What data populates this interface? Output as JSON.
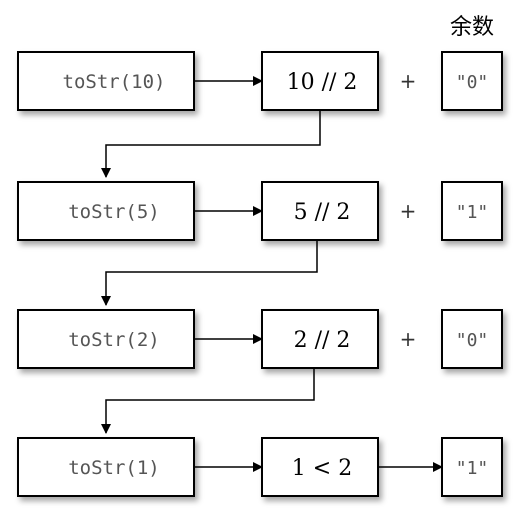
{
  "header": {
    "remainder_label": "余数"
  },
  "rows": [
    {
      "call": "toStr(10)",
      "operation": "10 // 2",
      "connector": "+",
      "remainder": "\"0\""
    },
    {
      "call": "toStr(5)",
      "operation": "5 // 2",
      "connector": "+",
      "remainder": "\"1\""
    },
    {
      "call": "toStr(2)",
      "operation": "2 // 2",
      "connector": "+",
      "remainder": "\"0\""
    },
    {
      "call": "toStr(1)",
      "operation": "1 < 2",
      "connector": "",
      "remainder": "\"1\""
    }
  ]
}
